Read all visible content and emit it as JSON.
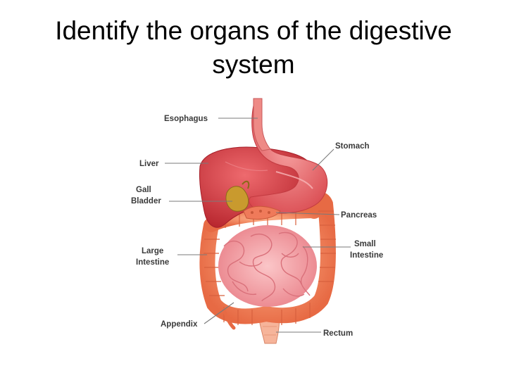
{
  "slide": {
    "title_line1": "Identify the organs of the digestive",
    "title_line2": "system"
  },
  "labels": {
    "esophagus": "Esophagus",
    "stomach": "Stomach",
    "liver": "Liver",
    "gall_bladder_line1": "Gall",
    "gall_bladder_line2": "Bladder",
    "pancreas": "Pancreas",
    "large_intestine_line1": "Large",
    "large_intestine_line2": "Intestine",
    "small_intestine_line1": "Small",
    "small_intestine_line2": "Intestine",
    "appendix": "Appendix",
    "rectum": "Rectum"
  },
  "colors": {
    "liver": "#d9404a",
    "stomach": "#e8686e",
    "esophagus": "#ee8a86",
    "large_intestine": "#f58a66",
    "small_intestine": "#f4a3a8",
    "gall_bladder": "#c99a2e",
    "pancreas": "#ef7a5a",
    "rectum": "#f6b49a"
  }
}
